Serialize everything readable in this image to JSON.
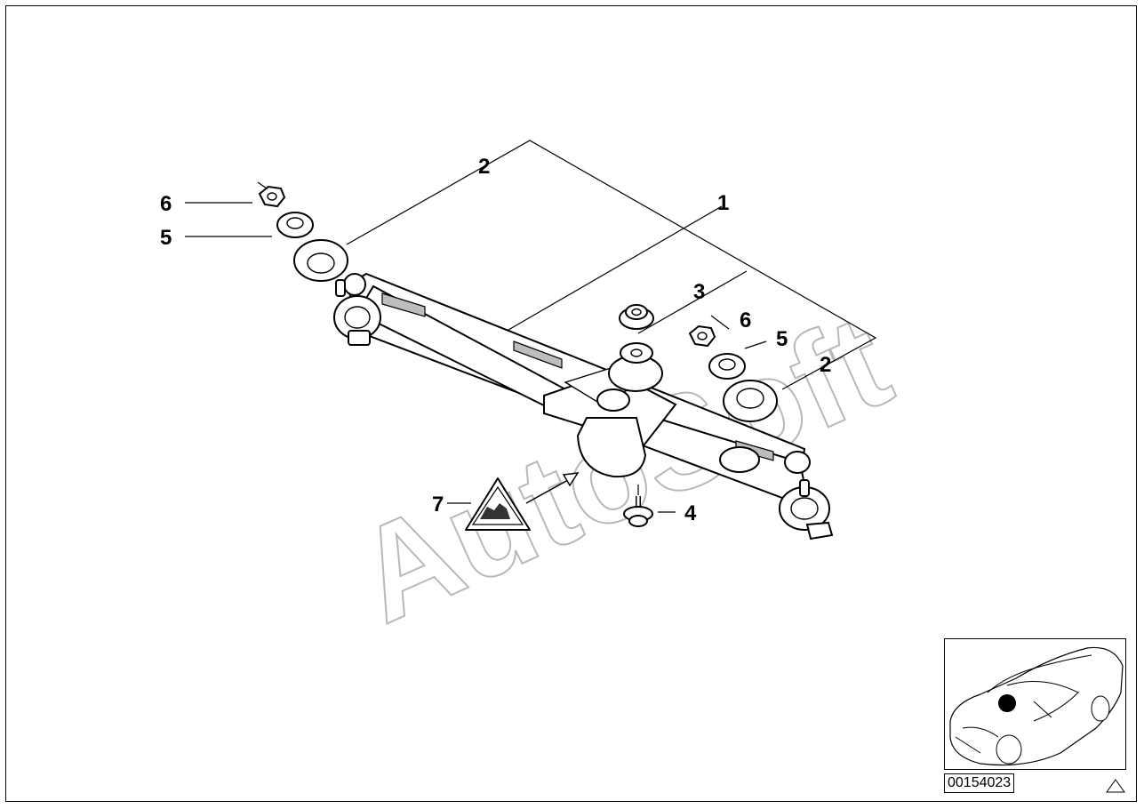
{
  "diagram": {
    "watermark": "AutoSoft",
    "callouts": [
      {
        "id": "6a",
        "label": "6"
      },
      {
        "id": "5a",
        "label": "5"
      },
      {
        "id": "2a",
        "label": "2"
      },
      {
        "id": "1",
        "label": "1"
      },
      {
        "id": "3",
        "label": "3"
      },
      {
        "id": "6b",
        "label": "6"
      },
      {
        "id": "5b",
        "label": "5"
      },
      {
        "id": "2b",
        "label": "2"
      },
      {
        "id": "7",
        "label": "7"
      },
      {
        "id": "4",
        "label": "4"
      }
    ],
    "diagram_number": "00154023",
    "location_marker_color": "#000000"
  }
}
